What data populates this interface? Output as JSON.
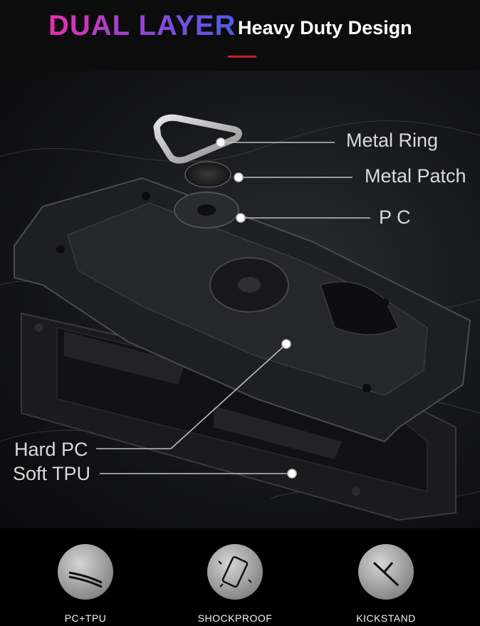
{
  "header": {
    "title": "DUAL LAYER",
    "subtitle": "Heavy Duty Design",
    "accent_gradient": [
      "#e72fa9",
      "#9b44d8",
      "#4d5ce6"
    ],
    "underline_color": "#c51f2a"
  },
  "callouts": {
    "metal_ring": "Metal Ring",
    "metal_patch": "Metal Patch",
    "pc": "P C",
    "hard_pc": "Hard PC",
    "soft_tpu": "Soft TPU"
  },
  "features": [
    {
      "label": "PC+TPU",
      "icon": "layers-icon"
    },
    {
      "label": "SHOCKPROOF",
      "icon": "phone-shock-icon"
    },
    {
      "label": "KICKSTAND",
      "icon": "kickstand-icon"
    }
  ]
}
